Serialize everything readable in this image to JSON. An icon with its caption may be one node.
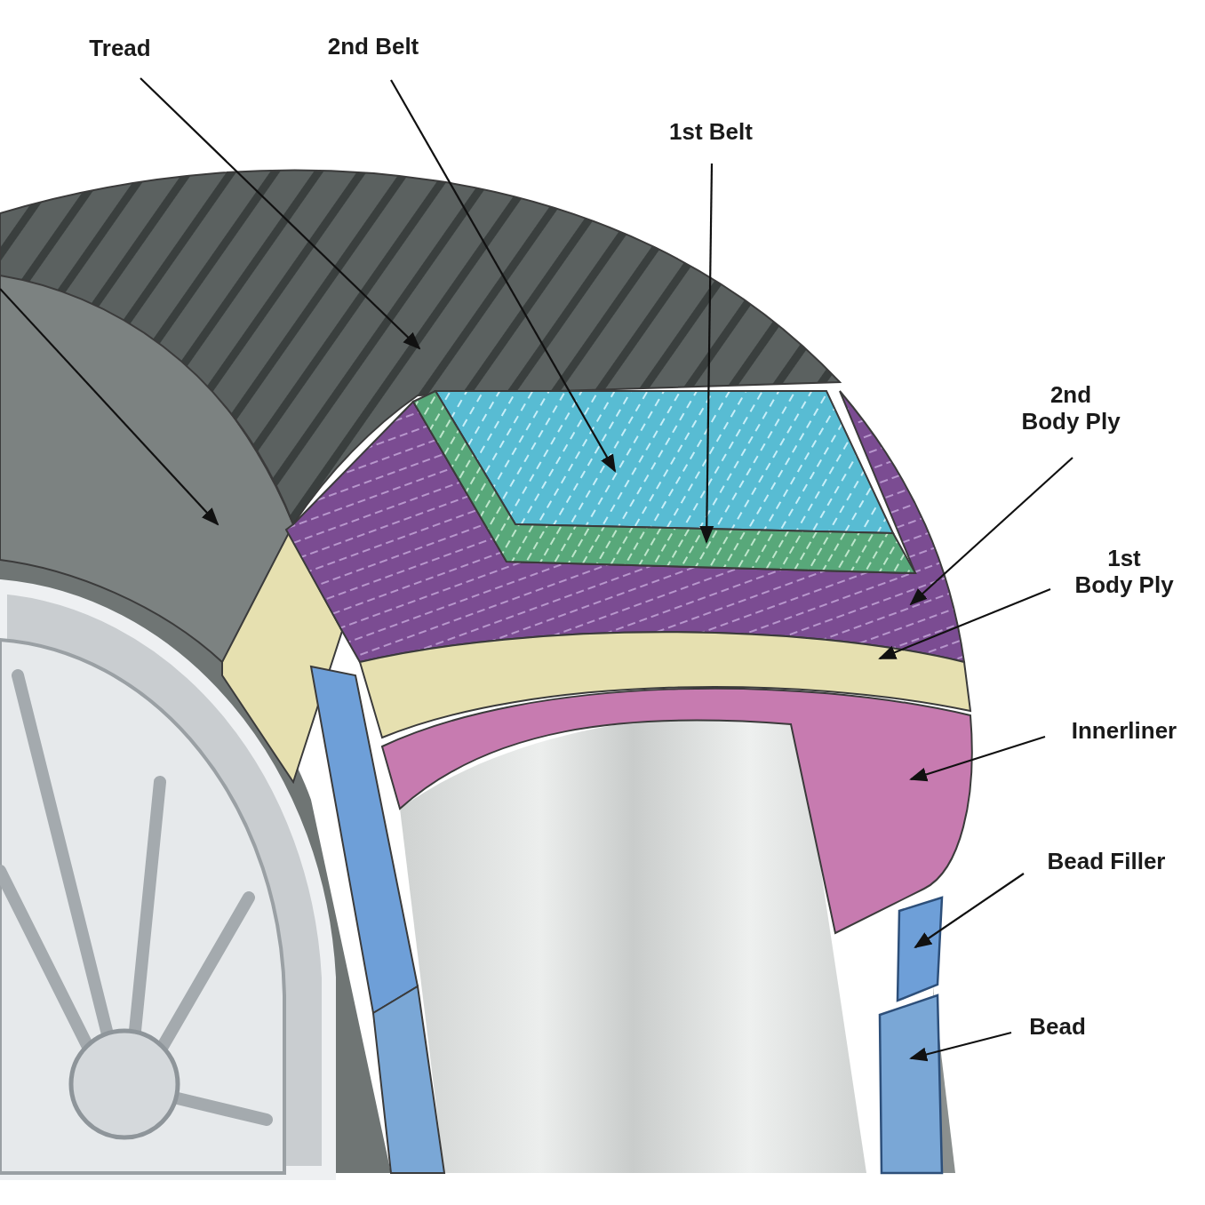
{
  "diagram": {
    "nodes": [
      {
        "text": [
          "Tread"
        ]
      },
      {
        "text": [
          "2nd Belt"
        ]
      },
      {
        "text": [
          "1st Belt"
        ]
      },
      {
        "text": [
          "2nd Body Ply"
        ]
      },
      {
        "text": [
          "1st Body Ply"
        ]
      },
      {
        "text": [
          "Innerliner"
        ]
      },
      {
        "text": [
          "Bead Filler"
        ]
      },
      {
        "text": [
          "Bead"
        ]
      },
      {
        "text": [],
        "shape": "picture"
      },
      {
        "text": [],
        "shape": "picture"
      },
      {
        "text": [],
        "shape": "picture"
      },
      {
        "text": [],
        "shape": "picture"
      },
      {
        "text": [],
        "shape": "picture"
      },
      {
        "text": [],
        "shape": "picture"
      },
      {
        "text": [],
        "shape": "bar"
      },
      {
        "text": [],
        "shape": "bar"
      },
      {
        "text": [],
        "shape": "picture"
      }
    ],
    "edges": [
      {
        "from": 0,
        "to": 8,
        "arrow": "to"
      },
      {
        "from": 1,
        "to": 9,
        "arrow": "to"
      },
      {
        "from": 2,
        "to": 10,
        "arrow": "to"
      },
      {
        "from": 3,
        "to": 11,
        "arrow": "to"
      },
      {
        "from": 4,
        "to": 12,
        "arrow": "to"
      },
      {
        "from": 5,
        "to": 13,
        "arrow": "to"
      },
      {
        "from": 6,
        "to": 14,
        "arrow": "to"
      },
      {
        "from": 7,
        "to": 15,
        "arrow": "to"
      },
      {
        "from": null,
        "to": 16,
        "arrow": "to"
      }
    ]
  }
}
